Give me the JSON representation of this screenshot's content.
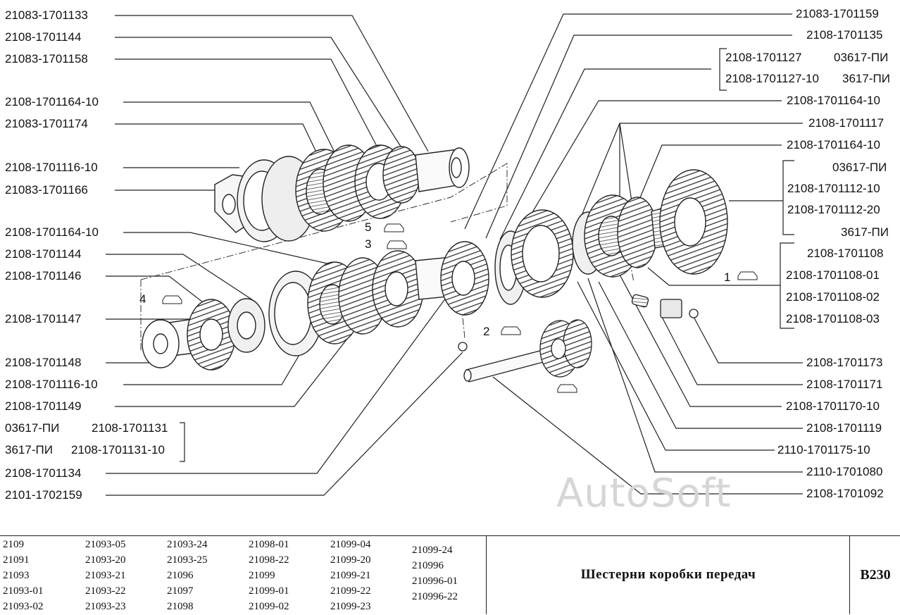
{
  "labels_left": [
    "21083-1701133",
    "2108-1701144",
    "21083-1701158",
    "2108-1701164-10",
    "21083-1701174",
    "2108-1701116-10",
    "21083-1701166",
    "2108-1701164-10",
    "2108-1701144",
    "2108-1701146",
    "2108-1701147",
    "2108-1701148",
    "2108-1701116-10",
    "2108-1701149",
    "2108-1701134",
    "2101-1702159"
  ],
  "left_bracket": {
    "row1_a": "03617-ПИ",
    "row1_b": "2108-1701131",
    "row2_a": "3617-ПИ",
    "row2_b": "2108-1701131-10"
  },
  "labels_right": [
    "21083-1701159",
    "2108-1701135",
    "2108-1701164-10",
    "2108-1701117",
    "2108-1701164-10",
    "2108-1701173",
    "2108-1701171",
    "2108-1701170-10",
    "2108-1701119",
    "2110-1701175-10",
    "2110-1701080",
    "2108-1701092"
  ],
  "right_bracket_top": {
    "row1_a": "2108-1701127",
    "row1_b": "03617-ПИ",
    "row2_a": "2108-1701127-10",
    "row2_b": "3617-ПИ"
  },
  "right_group_1": [
    "03617-ПИ",
    "2108-1701112-10",
    "2108-1701112-20",
    "3617-ПИ"
  ],
  "right_group_2": [
    "2108-1701108",
    "2108-1701108-01",
    "2108-1701108-02",
    "2108-1701108-03"
  ],
  "gear_markers": [
    "1",
    "2",
    "3",
    "4",
    "5"
  ],
  "watermark": "AutoSoft",
  "footer": {
    "models": [
      [
        "2109",
        "21091",
        "21093",
        "21093-01",
        "21093-02"
      ],
      [
        "21093-05",
        "21093-20",
        "21093-21",
        "21093-22",
        "21093-23"
      ],
      [
        "21093-24",
        "21093-25",
        "21096",
        "21097",
        "21098"
      ],
      [
        "21098-01",
        "21098-22",
        "21099",
        "21099-01",
        "21099-02"
      ],
      [
        "21099-04",
        "21099-20",
        "21099-21",
        "21099-22",
        "21099-23"
      ],
      [
        "21099-24",
        "210996",
        "210996-01",
        "210996-22"
      ]
    ],
    "title": "Шестерни коробки передач",
    "code": "B230"
  }
}
